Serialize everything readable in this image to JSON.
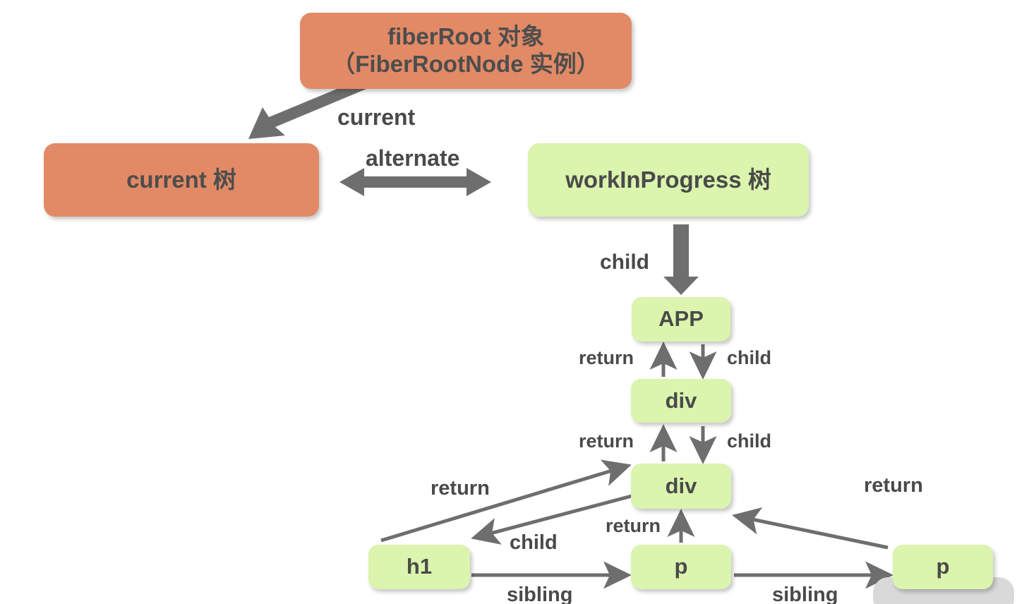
{
  "diagram": {
    "title": "React Fiber double buffering tree structure",
    "colors": {
      "orange_node": "#e28a66",
      "green_node": "#dbf4ae",
      "arrow": "#6e6e6e",
      "text": "#4a4a4a",
      "background": "#ffffff"
    },
    "nodes": [
      {
        "id": "fiberroot",
        "label_line1": "fiberRoot 对象",
        "label_line2": "（FiberRootNode 实例）",
        "color": "orange"
      },
      {
        "id": "current_tree",
        "label": "current 树",
        "color": "orange"
      },
      {
        "id": "wip_tree",
        "label": "workInProgress 树",
        "color": "green"
      },
      {
        "id": "app",
        "label": "APP",
        "color": "green"
      },
      {
        "id": "div1",
        "label": "div",
        "color": "green"
      },
      {
        "id": "div2",
        "label": "div",
        "color": "green"
      },
      {
        "id": "h1",
        "label": "h1",
        "color": "green"
      },
      {
        "id": "p1",
        "label": "p",
        "color": "green"
      },
      {
        "id": "p2",
        "label": "p",
        "color": "green"
      }
    ],
    "edges": [
      {
        "id": "current",
        "label": "current",
        "from": "fiberroot",
        "to": "current_tree"
      },
      {
        "id": "alternate",
        "label": "alternate",
        "from": "current_tree",
        "to": "wip_tree",
        "bidirectional": true
      },
      {
        "id": "child_wip",
        "label": "child",
        "from": "wip_tree",
        "to": "app"
      },
      {
        "id": "return_1",
        "label": "return",
        "from": "div1",
        "to": "app"
      },
      {
        "id": "child_1",
        "label": "child",
        "from": "app",
        "to": "div1"
      },
      {
        "id": "return_2",
        "label": "return",
        "from": "div2",
        "to": "div1"
      },
      {
        "id": "child_2",
        "label": "child",
        "from": "div1",
        "to": "div2"
      },
      {
        "id": "return_h1",
        "label": "return",
        "from": "h1",
        "to": "div2"
      },
      {
        "id": "child_h1",
        "label": "child",
        "from": "div2",
        "to": "h1"
      },
      {
        "id": "return_p1",
        "label": "return",
        "from": "p1",
        "to": "div2"
      },
      {
        "id": "return_p2",
        "label": "return",
        "from": "p2",
        "to": "div2"
      },
      {
        "id": "sibling_1",
        "label": "sibling",
        "from": "h1",
        "to": "p1"
      },
      {
        "id": "sibling_2",
        "label": "sibling",
        "from": "p1",
        "to": "p2"
      }
    ]
  }
}
